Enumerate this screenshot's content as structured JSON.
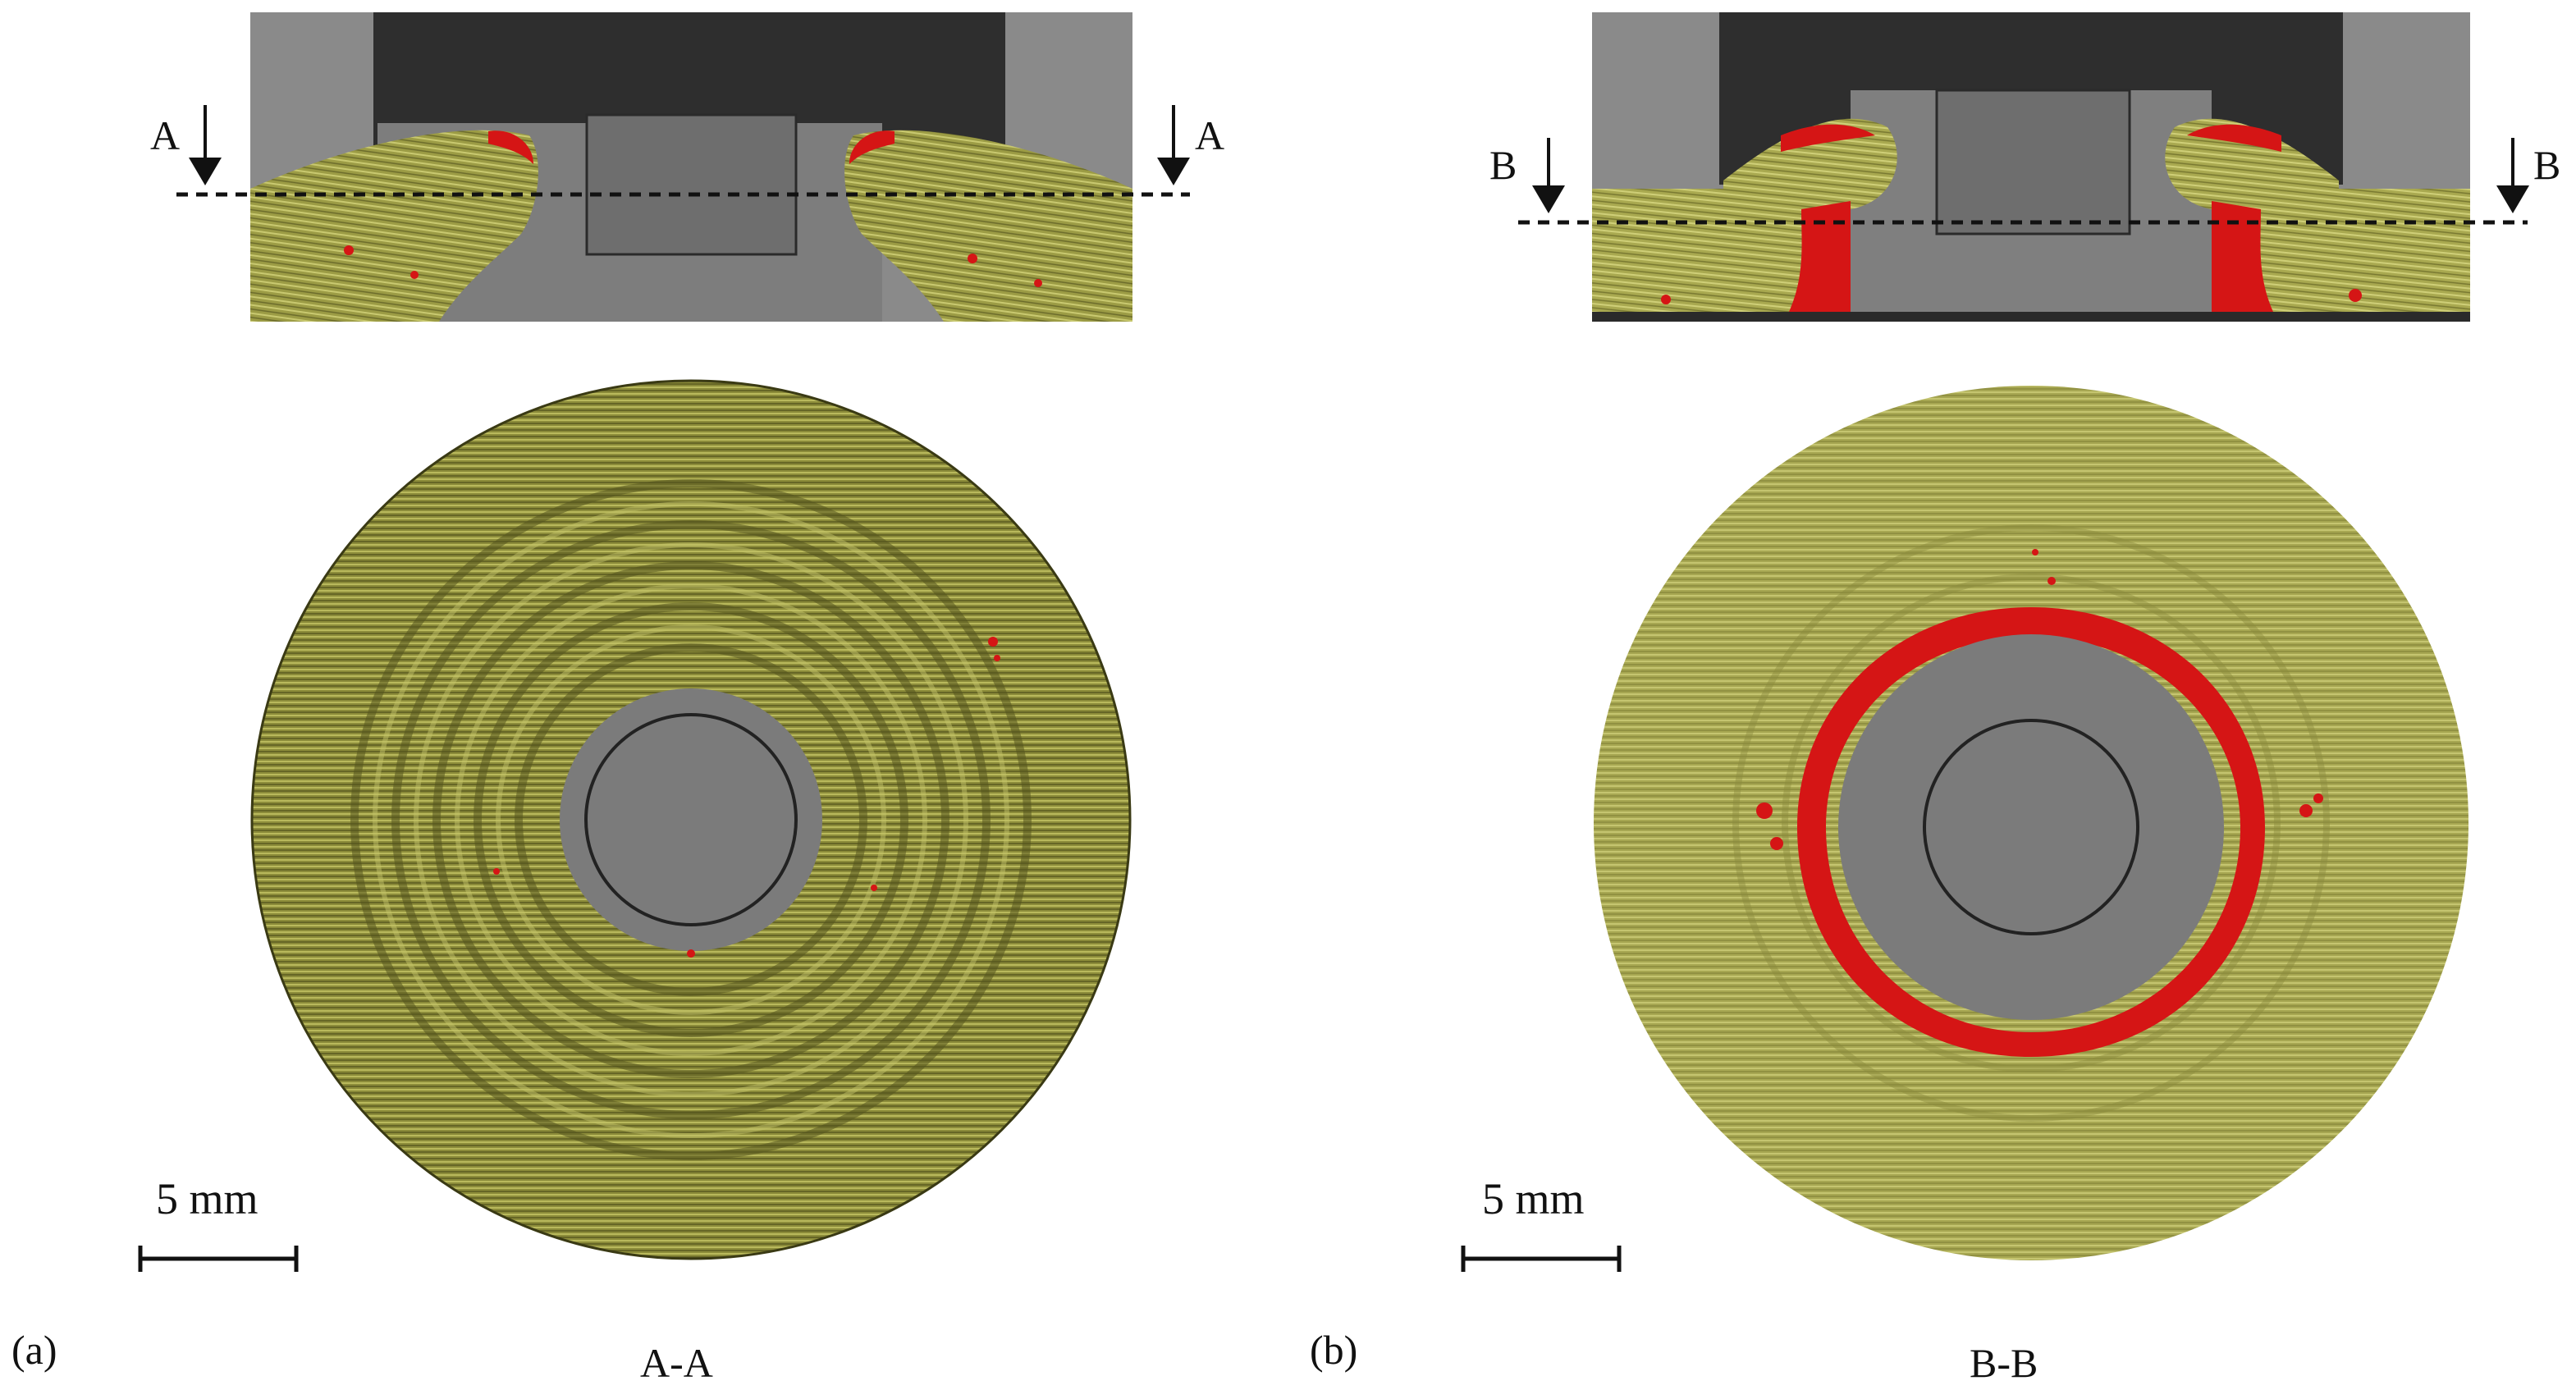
{
  "panels": [
    {
      "id": "a",
      "panel_label": "(a)",
      "section_caption": "A-A",
      "section_letter": "A",
      "scale_bar": "5 mm"
    },
    {
      "id": "b",
      "panel_label": "(b)",
      "section_caption": "B-B",
      "section_letter": "B",
      "scale_bar": "5 mm"
    }
  ],
  "colors": {
    "fiber_composite": "#a8a84e",
    "fiber_dark": "#5f5f22",
    "damage": "#d51515",
    "metal": "#7a7a7a",
    "fixture": "#3c3c3c"
  }
}
